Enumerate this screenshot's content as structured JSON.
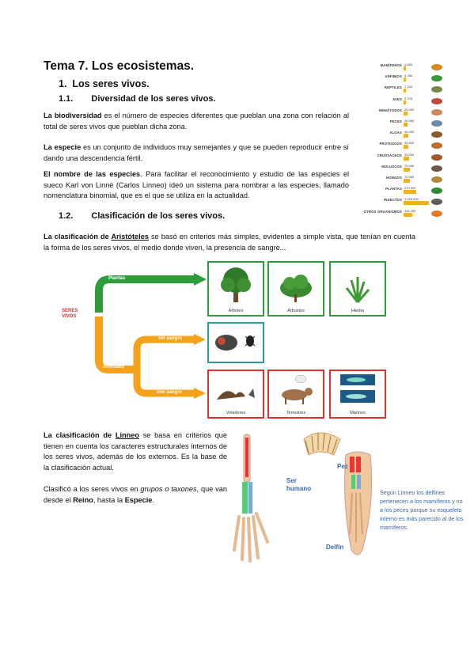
{
  "title": "Tema 7. Los ecosistemas.",
  "section1": "1.  Los seres vivos.",
  "sub11_num": "1.1.",
  "sub11_title": "Diversidad de los seres vivos.",
  "p1_bold": "La biodiversidad",
  "p1_rest": " es el número de especies diferentes que pueblan una zona con relación al total de seres vivos que pueblan dicha zona.",
  "p2_bold": "La especie",
  "p2_rest": " es un conjunto de individuos muy semejantes y que se pueden reproducir entre sí dando una descendencia fértil.",
  "p3_bold": "El nombre de las especies",
  "p3_rest": ". Para facilitar el reconocimiento y estudio de las especies el sueco Karl von Linné (Carlos Linneo) ideó un sistema para nombrar a las especies, llamado nomenclatura binomial, que es el que se utiliza en la actualidad.",
  "sub12_num": "1.2.",
  "sub12_title": "Clasificación de los seres vivos.",
  "p4_bold1": "La clasificación de ",
  "p4_bold2": "Aristóteles",
  "p4_rest": " se basó en criterios más simples, evidentes a simple vista, que tenían en cuenta la forma de los seres vivos, el medio donde viven, la presencia de sangre...",
  "p5_bold1": "La clasificación de ",
  "p5_bold2": "Linneo",
  "p5_rest": " se basa en criterios que tienen en cuenta los caracteres estructurales internos de los seres vivos, además de los externos. Es la base de la clasificación actual.",
  "p6_a": "Clasificó a los seres vivos en ",
  "p6_italic": "grupos o taxones",
  "p6_b": ", que van desde el ",
  "p6_reino": "Reino",
  "p6_c": ", hasta la ",
  "p6_especie": "Especie",
  "p6_d": ".",
  "species_chart": {
    "rows": [
      {
        "label": "MAMÍFEROS",
        "value": "4 650"
      },
      {
        "label": "ANFIBIOS",
        "value": "4 780"
      },
      {
        "label": "REPTILES",
        "value": "7 150"
      },
      {
        "label": "AVES",
        "value": "9 700"
      },
      {
        "label": "NEMÁTODOS",
        "value": "25 000"
      },
      {
        "label": "PECES",
        "value": "26 960"
      },
      {
        "label": "ALGAS",
        "value": "40 000"
      },
      {
        "label": "PROTOZOOS",
        "value": "40 000"
      },
      {
        "label": "CRUSTÁCEOS",
        "value": "43 000"
      },
      {
        "label": "MOLUSCOS",
        "value": "70 000"
      },
      {
        "label": "HONGOS",
        "value": "72 000"
      },
      {
        "label": "PLANTAS",
        "value": "270 000"
      },
      {
        "label": "INSECTOS",
        "value": "1 025 000"
      },
      {
        "label": "OTROS ORGANISMOS",
        "value": "115 000"
      }
    ]
  },
  "aristotle": {
    "seres_vivos": "SERES VIVOS",
    "plantas": "Plantas",
    "animales": "Animales",
    "sin_sangre": "sin sangre",
    "con_sangre": "con sangre",
    "arboles": "Árboles",
    "arbustos": "Arbustos",
    "hierba": "Hierba",
    "voladores": "Voladores",
    "terrestres": "Terrestres",
    "marinos": "Marinos"
  },
  "limbs": {
    "pez": "Pez",
    "ser_humano_1": "Ser",
    "ser_humano_2": "humano",
    "delfin": "Delfín",
    "note": "Según Linneo los delfines pertenecen a los mamíferos y no a los peces porque su esqueleto interno es más parecido al de los mamíferos."
  },
  "colors": {
    "green": "#2e9c3b",
    "orange": "#f5a21b",
    "red": "#d8342d",
    "teal": "#2a9e9e"
  }
}
